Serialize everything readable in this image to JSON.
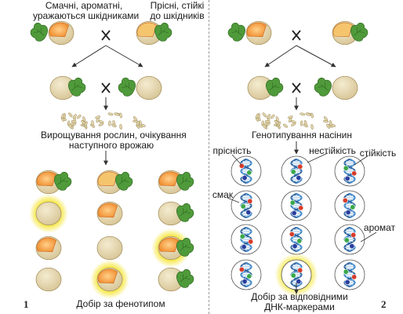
{
  "colors": {
    "melon_skin": "#d9c79a",
    "melon_flesh": "#f08a2a",
    "melon_flesh_pale": "#f5c56e",
    "leaf": "#4f9a3a",
    "highlight": "#f4e21a",
    "dna_strand_a": "#3b82c4",
    "dna_strand_b": "#2a5f99",
    "marker_red": "#d83c2a",
    "marker_green": "#3aa84a",
    "marker_blue": "#2a3f9f",
    "arrow": "#333333"
  },
  "icons": [
    "melon-icon",
    "cut-melon-icon",
    "leaf-icon",
    "seed-icon",
    "dna-icon",
    "cross-icon"
  ],
  "panel1": {
    "parent_left_label": [
      "Смачні, ароматні,",
      "уражаються шкідниками"
    ],
    "parent_right_label": [
      "Прісні, стійкі",
      "до шкідників"
    ],
    "cross_symbol": "X",
    "growing_label": [
      "Вирощування рослин, очікування",
      "наступного врожаю"
    ],
    "selection_label": "Добір за фенотипом",
    "number": "1"
  },
  "panel2": {
    "cross_symbol": "X",
    "genotyping_label": "Генотипування насінин",
    "marker_labels": {
      "freshness": "прісність",
      "instability": "нестійкість",
      "resistance": "стійкість",
      "taste": "смак",
      "aroma": "аромат"
    },
    "selection_label": [
      "Добір за відповідними",
      "ДНК-маркерами"
    ],
    "number": "2"
  }
}
